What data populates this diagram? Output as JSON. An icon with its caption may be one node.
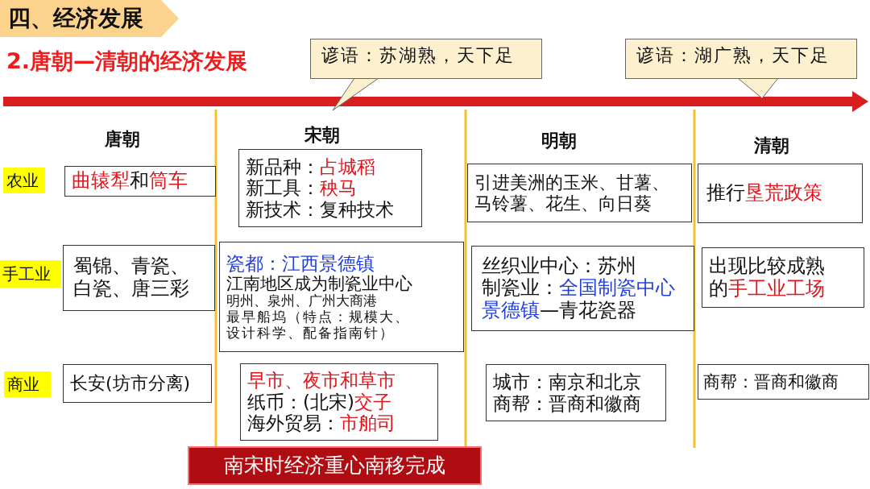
{
  "diagram": {
    "title": "2.唐朝—清朝的经济发展",
    "nodes": [
      {
        "text": [
          "四、经济发展"
        ]
      },
      {
        "text": [
          "谚语：苏湖熟，天下足"
        ]
      },
      {
        "text": [
          "谚语：湖广熟，天下足"
        ]
      },
      {
        "text": [
          "农业"
        ]
      },
      {
        "text": [
          "**曲辕犁**和**筒车**"
        ]
      },
      {
        "text": [
          "新品种：**占城稻**",
          "新工具：**秧马**",
          "新技术：复种技术"
        ]
      },
      {
        "text": [
          "引进美洲的玉米、甘薯、马铃薯、花生、向日葵"
        ]
      },
      {
        "text": [
          "推行**垦荒政策**"
        ]
      },
      {
        "text": [
          "手工业"
        ]
      },
      {
        "text": [
          "蜀锦、青瓷、白瓷、唐三彩"
        ]
      },
      {
        "text": [
          "*瓷都：江西景德镇*",
          "江南地区成为制瓷业中心",
          "明州、泉州、广州大商港",
          "最早船坞（特点：规模大、设计科学、配备指南针）"
        ]
      },
      {
        "text": [
          "丝织业中心：苏州",
          "制瓷业：*全国制瓷中心景德镇*—青花瓷器"
        ]
      },
      {
        "text": [
          "出现比较成熟的**手工业工场**"
        ]
      },
      {
        "text": [
          "商业"
        ]
      },
      {
        "text": [
          "长安(坊市分离)"
        ]
      },
      {
        "text": [
          "**早市、夜市和草市**",
          "纸币：(北宋)**交子**",
          "海外贸易：**市舶司**"
        ]
      },
      {
        "text": [
          "城市：南京和北京",
          "商帮：晋商和徽商"
        ]
      },
      {
        "text": [
          "商帮：晋商和徽商"
        ]
      },
      {
        "text": [
          "南宋时经济重心南移完成"
        ]
      }
    ],
    "labels": [
      "唐朝",
      "宋朝",
      "明朝",
      "清朝"
    ]
  }
}
